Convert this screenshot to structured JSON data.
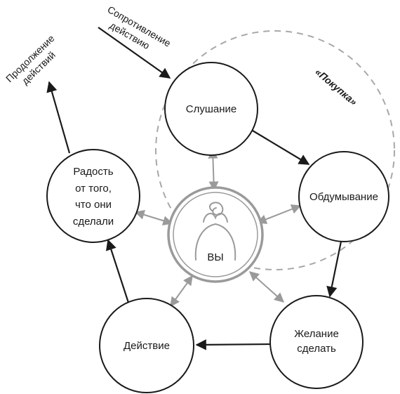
{
  "center": {
    "label": "ВЫ"
  },
  "nodes": {
    "listening": "Слушание",
    "considering": "Обдумывание",
    "desire": [
      "Желание",
      "сделать"
    ],
    "action": "Действие",
    "joy": [
      "Радость",
      "от того,",
      "что они",
      "сделали"
    ]
  },
  "annotations": {
    "resistance": [
      "Сопротивление",
      "действию"
    ],
    "continuation": [
      "Продолжение",
      "действий"
    ],
    "purchase": "«Покупка»"
  },
  "colors": {
    "stroke": "#1a1a1a",
    "center_stroke": "#9a9a9a",
    "dashed": "#a8a8a8",
    "double_arrow": "#9a9a9a"
  }
}
